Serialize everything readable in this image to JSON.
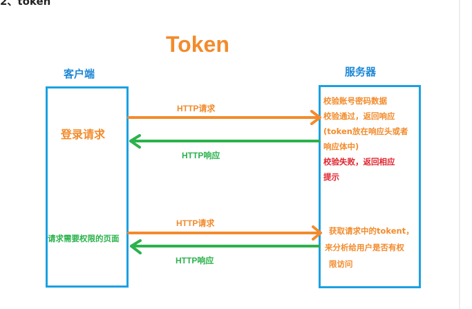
{
  "heading": "2、token",
  "diagram": {
    "title": "Token",
    "client_label": "客户端",
    "server_label": "服务器",
    "client_login": "登录请求",
    "client_protected": "请求需要权限的页面",
    "arrow_request_1": "HTTP请求",
    "arrow_response_1": "HTTP响应",
    "arrow_request_2": "HTTP请求",
    "arrow_response_2": "HTTP响应",
    "server_lines": [
      "校验账号密码数据",
      "校验通过，返回响应",
      "(token放在响应头或者",
      "响应体中)",
      "校验失败，返回相应",
      "提示",
      "获取请求中的tokent，",
      "来分析给用户是否有权",
      "限访问"
    ],
    "colors": {
      "box_border": "#1ba0e2",
      "request_arrow": "#f28b2c",
      "response_arrow": "#2bb24c",
      "title": "#f28b2c",
      "column_label": "#1e88d6",
      "failure_text": "#e0242e"
    }
  }
}
